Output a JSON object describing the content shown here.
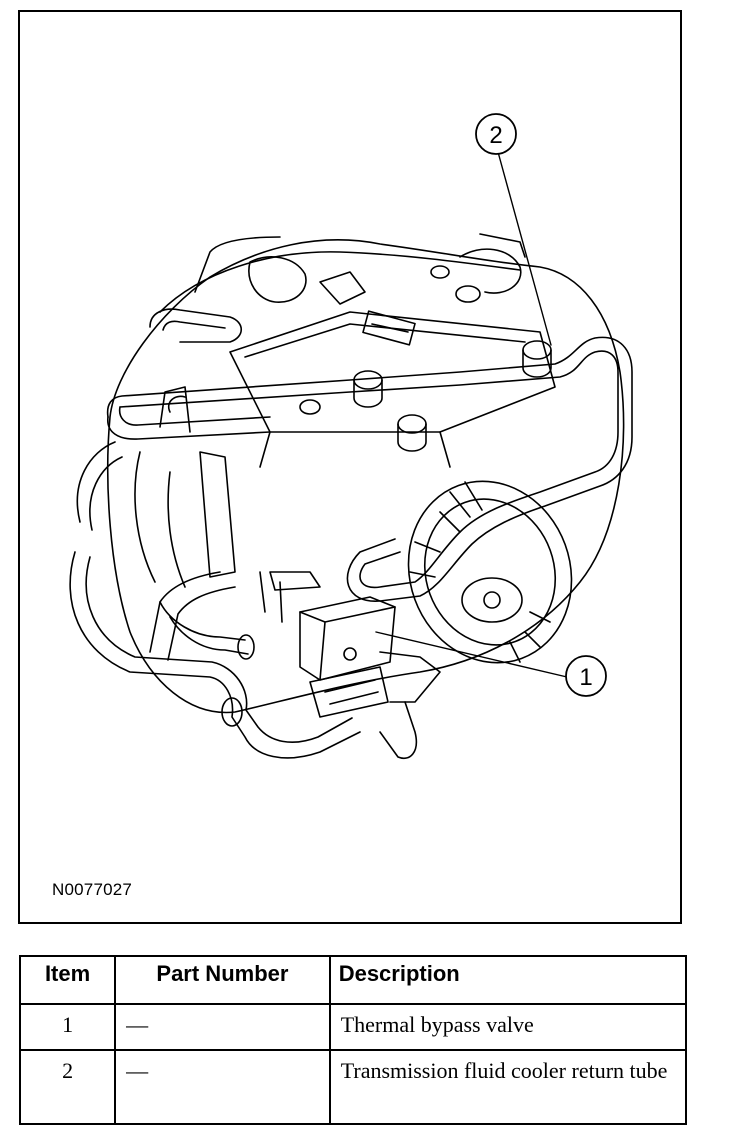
{
  "figure": {
    "id": "N0077027",
    "callouts": [
      "1",
      "2"
    ]
  },
  "table": {
    "headers": [
      "Item",
      "Part Number",
      "Description"
    ],
    "rows": [
      {
        "item": "1",
        "part_number": "—",
        "description": "Thermal bypass valve"
      },
      {
        "item": "2",
        "part_number": "—",
        "description": "Transmission fluid cooler return tube"
      }
    ]
  }
}
